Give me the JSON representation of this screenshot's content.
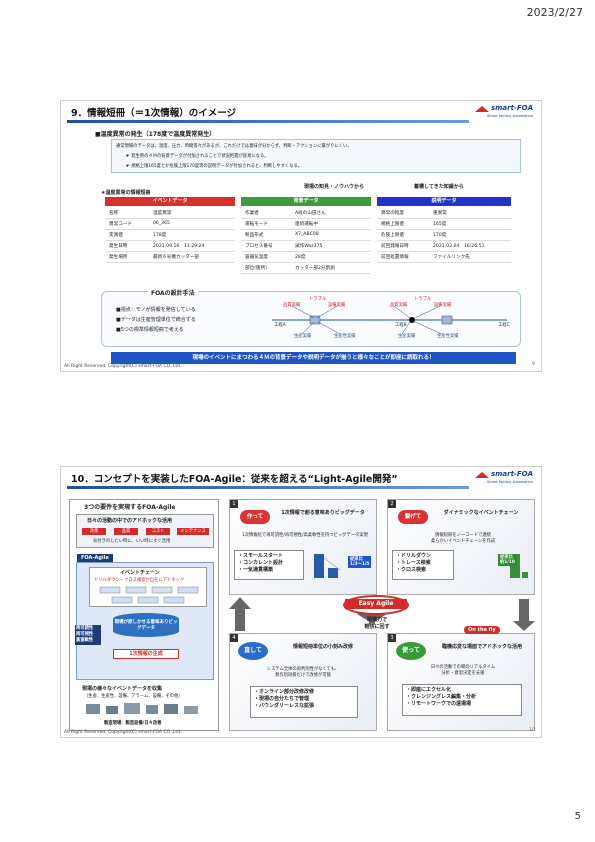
{
  "date": "2023/2/27",
  "page_number": "5",
  "slide1": {
    "title": "9．情報短冊（＝1次情報）のイメージ",
    "logo": "smart-FOA",
    "logo_sub": "Smart Factory Automation",
    "case_title": "■温度異常の発生（178度で温度異常発生）",
    "desc1": "通常現場のデータは、温度、圧力、時間等々があるが、これだけでは意味が分からず、判断・アクションに繋がりにくい。",
    "desc2": "☛ 発生時の４Ｍの背景データが付加されることで状況把握が容易になる。",
    "desc3": "☛ 規格上限165度とか危険上限170度等の説明データが付加されると、判断しやすくなる。",
    "label_field": "現場の知見・ノウハウから",
    "label_accum": "蓄積してきた知識から",
    "card_label": "★温度異常の情報短冊",
    "event": {
      "header": "イベントデータ",
      "rows": [
        [
          "名称",
          "温度異常"
        ],
        [
          "異常コード",
          "06_365"
        ],
        [
          "実測値",
          "178度"
        ],
        [
          "発生日時",
          "2021.09.16　11:29:24"
        ],
        [
          "発生場所",
          "最新６号機カッター部"
        ]
      ]
    },
    "background": {
      "header": "背景データ",
      "rows": [
        [
          "作業者",
          "A班の山田さん"
        ],
        [
          "運転モード",
          "連続運転中"
        ],
        [
          "製品形式",
          "X7_ABC08"
        ],
        [
          "プロセス番号",
          "試作Waz375"
        ],
        [
          "容器気温度",
          "28度"
        ],
        [
          "部位(箇所)",
          "カッター部2分割測"
        ]
      ]
    },
    "explain": {
      "header": "説明データ",
      "rows": [
        [
          "異常の程度",
          "重異常"
        ],
        [
          "規格上限値",
          "165度"
        ],
        [
          "危険上限値",
          "170度"
        ],
        [
          "前回発報日時",
          "2021.02.04　16:26:51"
        ],
        [
          "前回処置情報",
          "ファイルリンク先"
        ]
      ]
    },
    "method_title": "FOAの設計手法",
    "method_items": [
      "■視点：モノが情報を発信している",
      "■データは生産管理単位で統合する",
      "■5つの標準情報短冊で考える"
    ],
    "flow": {
      "trouble": "トラブル",
      "status": "品質実績",
      "equip": "設備実績",
      "prod": "生産実績",
      "quality": "生産性実績",
      "processA": "工程A",
      "processB": "工程B",
      "processC": "工程C"
    },
    "banner": "現場のイベントにまつわる４Ｍの背景データや説明データが揃うと様々なことが即座に読取れる！",
    "footer": "All Right Reserved, Copyright(C) smart-FOA CO.,Ltd.",
    "slide_no": "9"
  },
  "slide2": {
    "title": "10．コンセプトを実装したFOA-Agile：従来を超える“Light-Agile開発”",
    "logo": "smart-FOA",
    "logo_sub": "Smart Factory Automation",
    "left_title": "3つの要件を実現するFOA-Agile",
    "left_sub": "日々の活動の中でのアドホックな活用",
    "tags": [
      "改善",
      "品質",
      "コスト",
      "メンテナンス"
    ],
    "tag_note": "気付きのしたい時に、いい時にすぐ活用",
    "agile_label": "FOA-Agile",
    "event_chain": "イベントチェーン",
    "event_chain_sub": "ドリルダウン・クロス検索が自在にアドホック",
    "props": [
      "再可読性",
      "再可視性",
      "高速軟性"
    ],
    "db_label": "現場が欲しかせる意味ありビッグデータ",
    "gen_label": "1次情報の生成",
    "collect": "現場の様々なイベントデータを収集",
    "collect_sub": "（生産、生産性、設備、アラーム、設備、その他）",
    "base_note": "製造現場：製造設備/日々改善",
    "q1": {
      "num": "1",
      "verb": "作って",
      "title": "1次情報で創る意味ありビッグデータ",
      "sub": "1次情報化で再可読性/再可視性/高柔軟性を持つビッグデータ実現",
      "items": [
        "・スモールスタート",
        "・コンカレント設計",
        "・一気通貫構築"
      ],
      "badge": "従来比\n1/3～1/5"
    },
    "q2": {
      "num": "2",
      "verb": "繋げて",
      "title": "ダイナミックなイベントチェーン",
      "sub": "情報短冊をノーコードで連続\n柔らかいイベントチェーンを作成",
      "items": [
        "・ドリルダウン",
        "・トレース検索",
        "・クロス検索"
      ],
      "badge": "従来比\n約1/10"
    },
    "q3": {
      "num": "3",
      "verb": "使って",
      "title": "臨機応変な場面でアドホックな活用",
      "tag": "On the fly",
      "sub": "日々の活動での場のリアルタイム\n分析・意思決定を支援",
      "items": [
        "・即座にエクセル化",
        "・クレンジングレス編集・分析",
        "・リモートワークでの遠場場"
      ]
    },
    "q4": {
      "num": "4",
      "verb": "直して",
      "title": "情報短冊単位の小刻み改修",
      "sub": "システム全体の再判別性がなくても、\n無作別短冊だけで改修が可能",
      "items": [
        "・オンライン部分改修改修",
        "・現場の自分たちで管理",
        "・バウンダリーレスな拡張"
      ]
    },
    "center": "Easy Agile",
    "center_sub": "現場力で\n軽快に回す",
    "footer": "All Right Reserved, Copyright(C) smart-FOA CO.,Ltd.",
    "slide_no": "10"
  }
}
